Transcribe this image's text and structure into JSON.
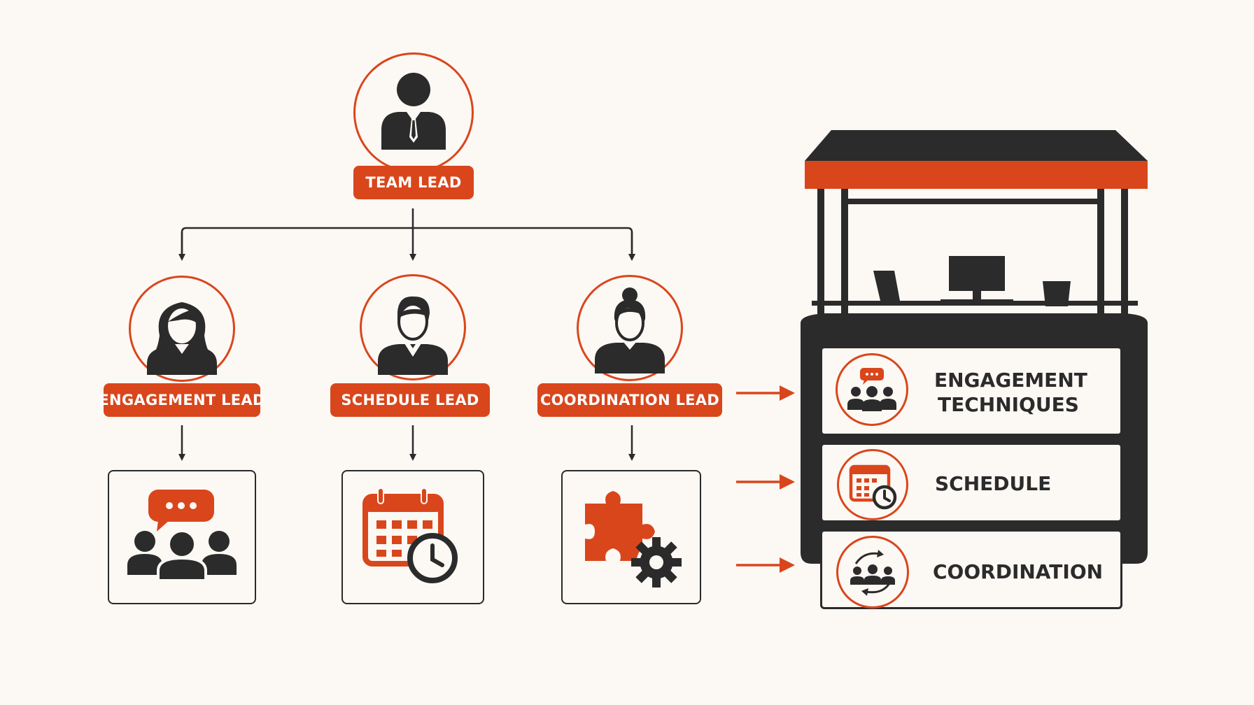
{
  "colors": {
    "accent": "#d9461c",
    "dark": "#2b2b2b",
    "background": "#fcf8f4"
  },
  "team_lead": {
    "label": "TEAM LEAD",
    "icon": "businessman-icon"
  },
  "leads": [
    {
      "label": "ENGAGEMENT LEAD",
      "avatar_icon": "woman-avatar-icon",
      "tile_icon": "group-chat-icon"
    },
    {
      "label": "SCHEDULE LEAD",
      "avatar_icon": "man-avatar-icon",
      "tile_icon": "calendar-clock-icon"
    },
    {
      "label": "COORDINATION LEAD",
      "avatar_icon": "woman-bun-avatar-icon",
      "tile_icon": "puzzle-gear-icon"
    }
  ],
  "booth": {
    "shelves": [
      {
        "line1": "ENGAGEMENT",
        "line2": "TECHNIQUES",
        "icon": "group-chat-icon"
      },
      {
        "line1": "SCHEDULE",
        "icon": "calendar-clock-icon"
      },
      {
        "line1": "COORDINATION",
        "icon": "group-cycle-icon"
      }
    ]
  }
}
